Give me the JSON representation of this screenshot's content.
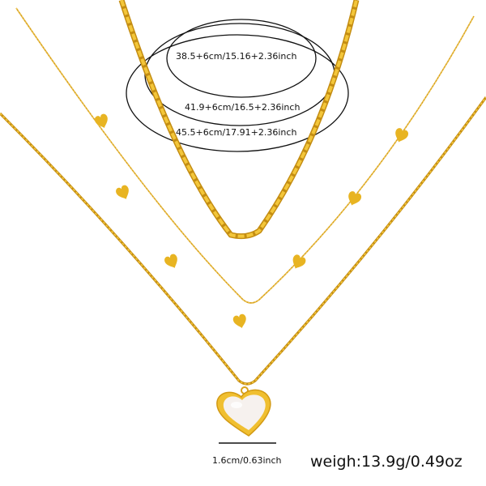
{
  "product": {
    "type": "layered necklace set",
    "pendant": "white heart pendant",
    "charms": "gold heart charms"
  },
  "size_chart": {
    "lengths": [
      {
        "label": "38.5+6cm/15.16+2.36inch"
      },
      {
        "label": "41.9+6cm/16.5+2.36inch"
      },
      {
        "label": "45.5+6cm/17.91+2.36inch"
      }
    ]
  },
  "pendant_size": {
    "label": "1.6cm/0.63inch"
  },
  "weight": {
    "label": "weigh:13.9g/0.49oz"
  },
  "colors": {
    "gold": "#e8b422",
    "gold_dark": "#c48d12",
    "pearl": "#f6f1ee",
    "line": "#111111"
  }
}
